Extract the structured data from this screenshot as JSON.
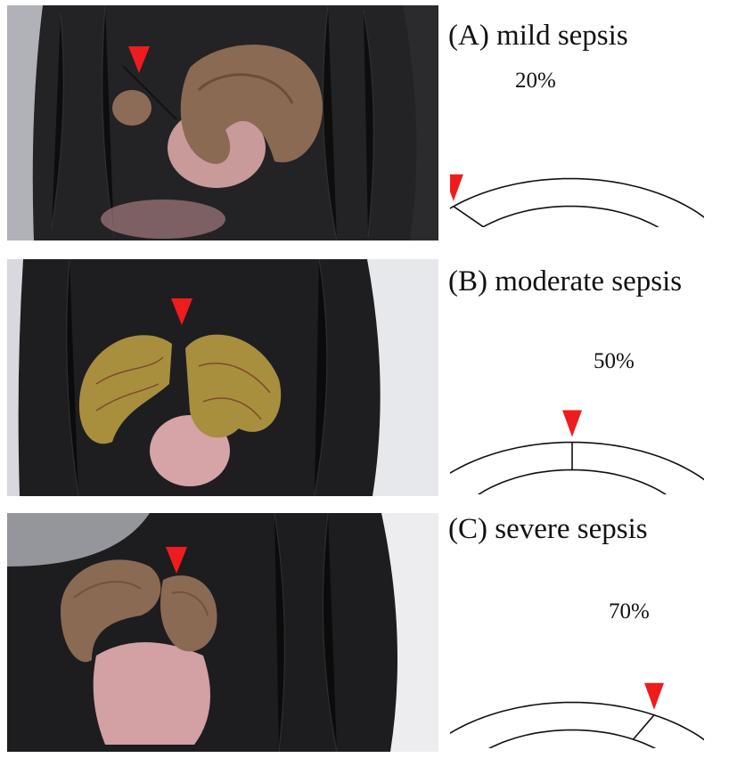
{
  "panels": [
    {
      "label": "(A) mild sepsis",
      "percent": "20%",
      "ligation_fraction": 0.2
    },
    {
      "label": "(B) moderate sepsis",
      "percent": "50%",
      "ligation_fraction": 0.5
    },
    {
      "label": "(C) severe sepsis",
      "percent": "70%",
      "ligation_fraction": 0.7
    }
  ],
  "colors": {
    "marker": "#ee1c1c",
    "outline": "#111111",
    "fur": "#1c1c1f",
    "cecum_brown": "#8a6a52",
    "cecum_yellow": "#a78f3e",
    "skin_pink": "#d6a3a7",
    "drape": "#e7e8ec"
  }
}
